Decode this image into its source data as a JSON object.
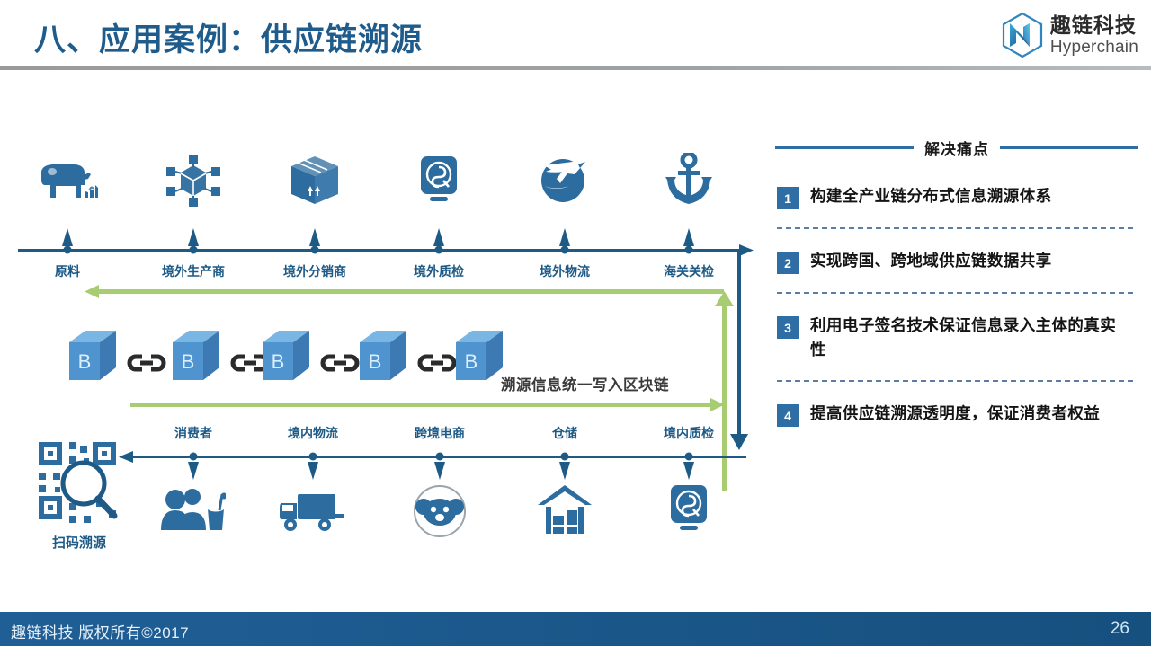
{
  "header": {
    "title": "八、应用案例：供应链溯源",
    "logo": {
      "icon": "hyperchain-hexagon-n-logo",
      "cn": "趣链科技",
      "en": "Hyperchain"
    }
  },
  "footer": {
    "copyright": "趣链科技 版权所有©2017",
    "page_number": "26"
  },
  "diagram": {
    "top_flow": {
      "direction": "left-to-right",
      "nodes": [
        {
          "label": "原料",
          "icon": "cow-icon"
        },
        {
          "label": "境外生产商",
          "icon": "network-node-icon"
        },
        {
          "label": "境外分销商",
          "icon": "package-box-icon"
        },
        {
          "label": "境外质检",
          "icon": "quality-badge-icon"
        },
        {
          "label": "境外物流",
          "icon": "globe-plane-icon"
        },
        {
          "label": "海关关检",
          "icon": "anchor-icon"
        }
      ]
    },
    "blockchain": {
      "block_label": "B",
      "block_count": 5,
      "link_icon": "chain-link-icon",
      "caption": "溯源信息统一写入区块链"
    },
    "bottom_flow": {
      "direction": "right-to-left",
      "scan": {
        "label": "扫码溯源",
        "icon": "qr-magnifier-icon"
      },
      "nodes": [
        {
          "label": "消费者",
          "icon": "consumers-icon"
        },
        {
          "label": "境内物流",
          "icon": "truck-icon"
        },
        {
          "label": "跨境电商",
          "icon": "koala-circle-icon"
        },
        {
          "label": "仓储",
          "icon": "warehouse-icon"
        },
        {
          "label": "境内质检",
          "icon": "quality-badge-icon"
        }
      ]
    },
    "colors": {
      "primary_blue": "#1d5a86",
      "accent_green": "#a8cc72",
      "badge_blue": "#2f6ea5"
    }
  },
  "panel": {
    "title": "解决痛点",
    "items": [
      {
        "num": "1",
        "text": "构建全产业链分布式信息溯源体系"
      },
      {
        "num": "2",
        "text": "实现跨国、跨地域供应链数据共享"
      },
      {
        "num": "3",
        "text": "利用电子签名技术保证信息录入主体的真实性"
      },
      {
        "num": "4",
        "text": "提高供应链溯源透明度，保证消费者权益"
      }
    ]
  }
}
